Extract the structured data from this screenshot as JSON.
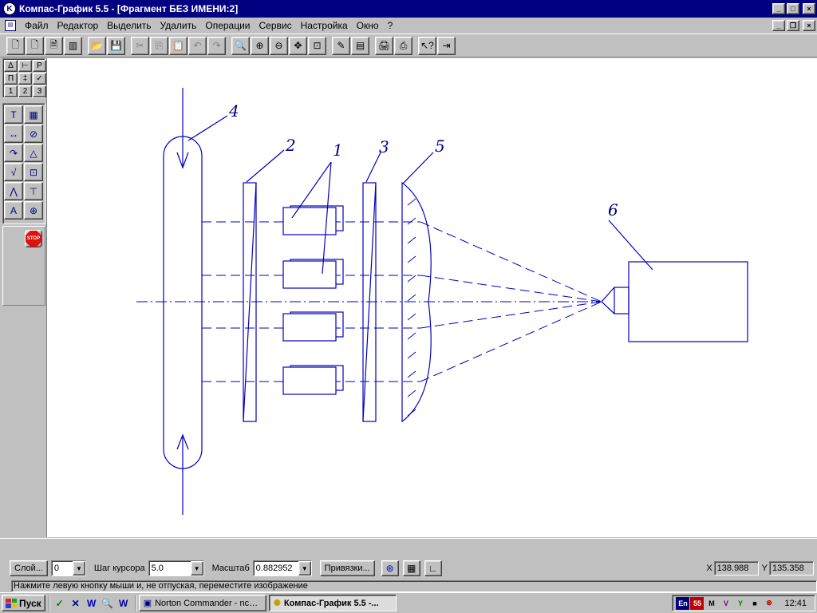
{
  "window": {
    "title": "Компас-График 5.5 - [Фрагмент БЕЗ ИМЕНИ:2]",
    "app_icon": "kompas-icon",
    "caption_buttons": [
      "_",
      "□",
      "×"
    ]
  },
  "menu": {
    "items": [
      "Файл",
      "Редактор",
      "Выделить",
      "Удалить",
      "Операции",
      "Сервис",
      "Настройка",
      "Окно",
      "?"
    ]
  },
  "toolbar": {
    "buttons": [
      {
        "name": "new-document-icon",
        "glyph": "🗋"
      },
      {
        "name": "new-fragment-icon",
        "glyph": "🗋"
      },
      {
        "name": "new-text-doc-icon",
        "glyph": "🗎"
      },
      {
        "name": "new-spec-icon",
        "glyph": "▥"
      },
      {
        "name": "open-folder-icon",
        "glyph": "📂"
      },
      {
        "name": "save-disk-icon",
        "glyph": "💾"
      },
      {
        "name": "cut-scissors-icon",
        "glyph": "✂"
      },
      {
        "name": "copy-icon",
        "glyph": "⎘"
      },
      {
        "name": "paste-icon",
        "glyph": "📋"
      },
      {
        "name": "undo-icon",
        "glyph": "↶"
      },
      {
        "name": "redo-icon",
        "glyph": "↷"
      },
      {
        "name": "zoom-icon",
        "glyph": "🔍"
      },
      {
        "name": "zoom-in-icon",
        "glyph": "⊕"
      },
      {
        "name": "zoom-out-icon",
        "glyph": "⊖"
      },
      {
        "name": "pan-move-icon",
        "glyph": "✥"
      },
      {
        "name": "zoom-fit-icon",
        "glyph": "⊡"
      },
      {
        "name": "properties-pencil-icon",
        "glyph": "✎"
      },
      {
        "name": "layers-icon",
        "glyph": "▤"
      },
      {
        "name": "print-preview-icon",
        "glyph": "🖨"
      },
      {
        "name": "print-icon",
        "glyph": "⎙"
      },
      {
        "name": "context-help-icon",
        "glyph": "↖?"
      },
      {
        "name": "exit-icon",
        "glyph": "⇥"
      }
    ]
  },
  "palette": {
    "buttons": [
      "Δ",
      "⊢",
      "P",
      "П",
      "‡",
      "✓",
      "1",
      "2",
      "3"
    ]
  },
  "instruments": {
    "buttons": [
      {
        "name": "text-tool-icon",
        "glyph": "T"
      },
      {
        "name": "table-tool-icon",
        "glyph": "▦"
      },
      {
        "name": "dimension-tool-icon",
        "glyph": "↔"
      },
      {
        "name": "circle-tool-icon",
        "glyph": "⊘"
      },
      {
        "name": "arc-tool-icon",
        "glyph": "↷"
      },
      {
        "name": "triangle-tool-icon",
        "glyph": "△"
      },
      {
        "name": "check-tool-icon",
        "glyph": "√"
      },
      {
        "name": "frame-tool-icon",
        "glyph": "⊡"
      },
      {
        "name": "polyline-tool-icon",
        "glyph": "⋀"
      },
      {
        "name": "leader-tool-icon",
        "glyph": "⊤"
      },
      {
        "name": "label-tool-icon",
        "glyph": "A"
      },
      {
        "name": "target-tool-icon",
        "glyph": "⊕"
      }
    ],
    "stop_label": "STOP"
  },
  "drawing": {
    "labels": [
      "4",
      "2",
      "1",
      "3",
      "5",
      "6"
    ],
    "line_color": "#0000c0",
    "label_color": "#000080"
  },
  "status": {
    "layer_button": "Слой...",
    "layer_value": "0",
    "step_label": "Шаг курсора",
    "step_value": "5.0",
    "scale_label": "Масштаб",
    "scale_value": "0.882952",
    "snaps_button": "Привязки...",
    "x_label": "X",
    "x_value": "138.988",
    "y_label": "Y",
    "y_value": "135.358",
    "hint": "Нажмите левую кнопку мыши и, не отпуская, переместите изображение"
  },
  "taskbar": {
    "start_label": "Пуск",
    "quick_launch": [
      "✓",
      "✕",
      "W",
      "🔍",
      "W"
    ],
    "tasks": [
      {
        "label": "Norton Commander - ncedit",
        "active": false
      },
      {
        "label": "Компас-График 5.5 -...",
        "active": true
      }
    ],
    "tray": [
      "En",
      "55",
      "M",
      "V",
      "Y",
      "■",
      "⊗"
    ],
    "clock": "12:41"
  }
}
